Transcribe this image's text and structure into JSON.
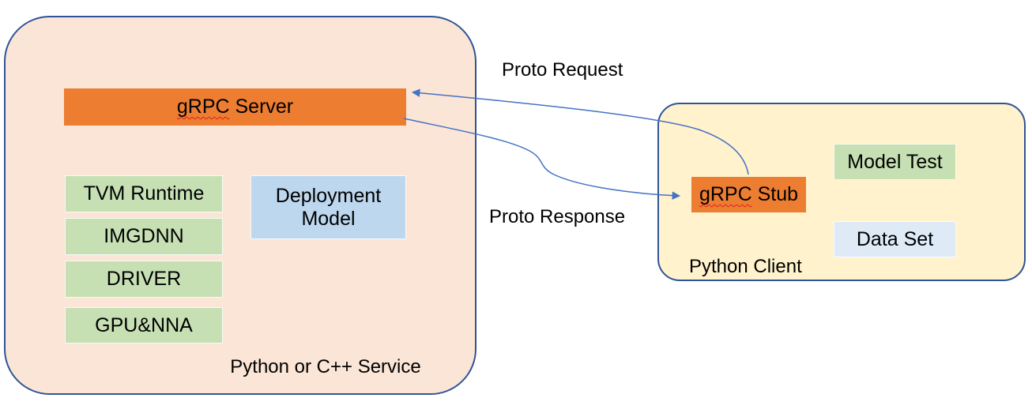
{
  "service": {
    "title": "Python or C++ Service",
    "server": {
      "word": "gRPC",
      "rest": " Server"
    },
    "stack": [
      "TVM Runtime",
      "IMGDNN",
      "DRIVER",
      "GPU&NNA"
    ],
    "deployment": [
      "Deployment",
      "Model"
    ]
  },
  "client": {
    "title": "Python Client",
    "stub": {
      "word": "gRPC",
      "rest": " Stub"
    },
    "model_test": "Model Test",
    "data_set": "Data Set"
  },
  "arrows": {
    "request": "Proto Request",
    "response": "Proto Response"
  },
  "colors": {
    "container_border": "#2F5496",
    "service_fill": "#FBE5D6",
    "client_fill": "#FFF2CC",
    "box_orange": "#ED7D31",
    "box_green": "#C6E0B4",
    "box_blue": "#BDD7EE",
    "box_blue_light": "#DEEBF7",
    "connector": "#4472C4",
    "spellcheck_red": "#E02020"
  }
}
